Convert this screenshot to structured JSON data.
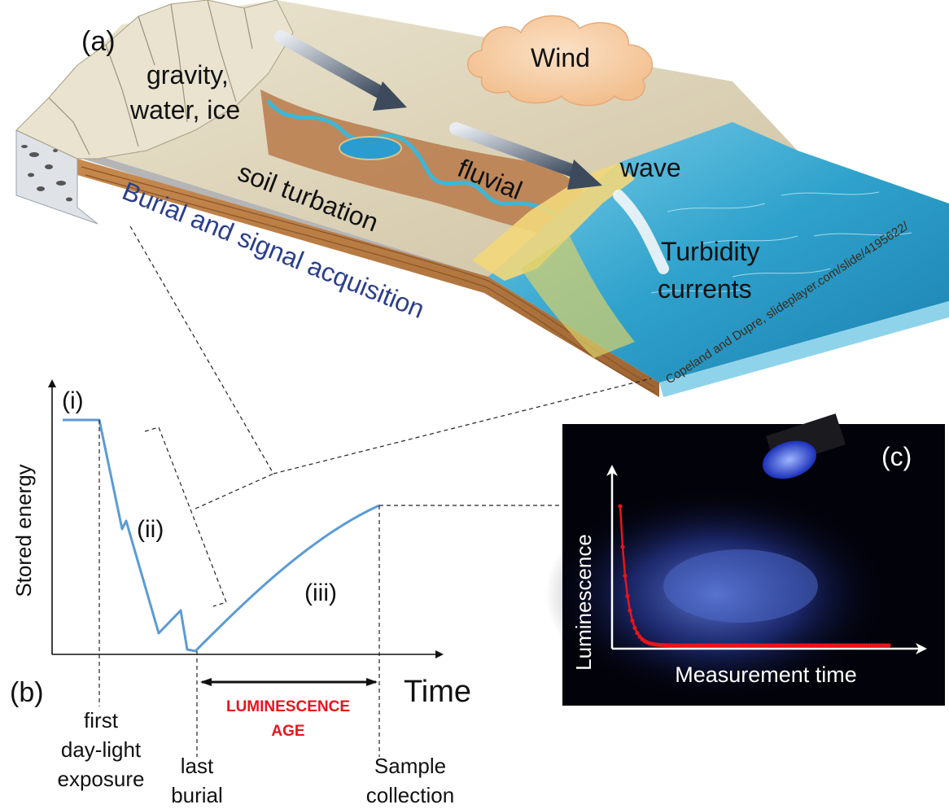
{
  "panel_a": {
    "label": "(a)",
    "wind": "Wind",
    "gravity_line1": "gravity,",
    "gravity_line2": "water, ice",
    "fluvial": "fluvial",
    "wave": "wave",
    "soil_turbation": "soil turbation",
    "burial": "Burial and signal acquisition",
    "turbidity_line1": "Turbidity",
    "turbidity_line2": "currents",
    "credit": "Copeland and Dupre, slideplayer.com/slide/4195622/"
  },
  "panel_b": {
    "label": "(b)",
    "y_axis": "Stored energy",
    "x_axis": "Time",
    "phase_i": "(i)",
    "phase_ii": "(ii)",
    "phase_iii": "(iii)",
    "age_line1": "LUMINESCENCE",
    "age_line2": "AGE",
    "event1_line1": "first",
    "event1_line2": "day-light",
    "event1_line3": "exposure",
    "event2_line1": "last",
    "event2_line2": "burial",
    "event3_line1": "Sample",
    "event3_line2": "collection"
  },
  "panel_c": {
    "label": "(c)",
    "y_axis": "Luminescence",
    "x_axis": "Measurement time"
  },
  "colors": {
    "curve": "#5b9bd5",
    "age": "#e8141b",
    "decay": "#e8141b",
    "sea": "#3aa7d0",
    "land": "#d9cdb0",
    "river": "#b87a4a"
  }
}
